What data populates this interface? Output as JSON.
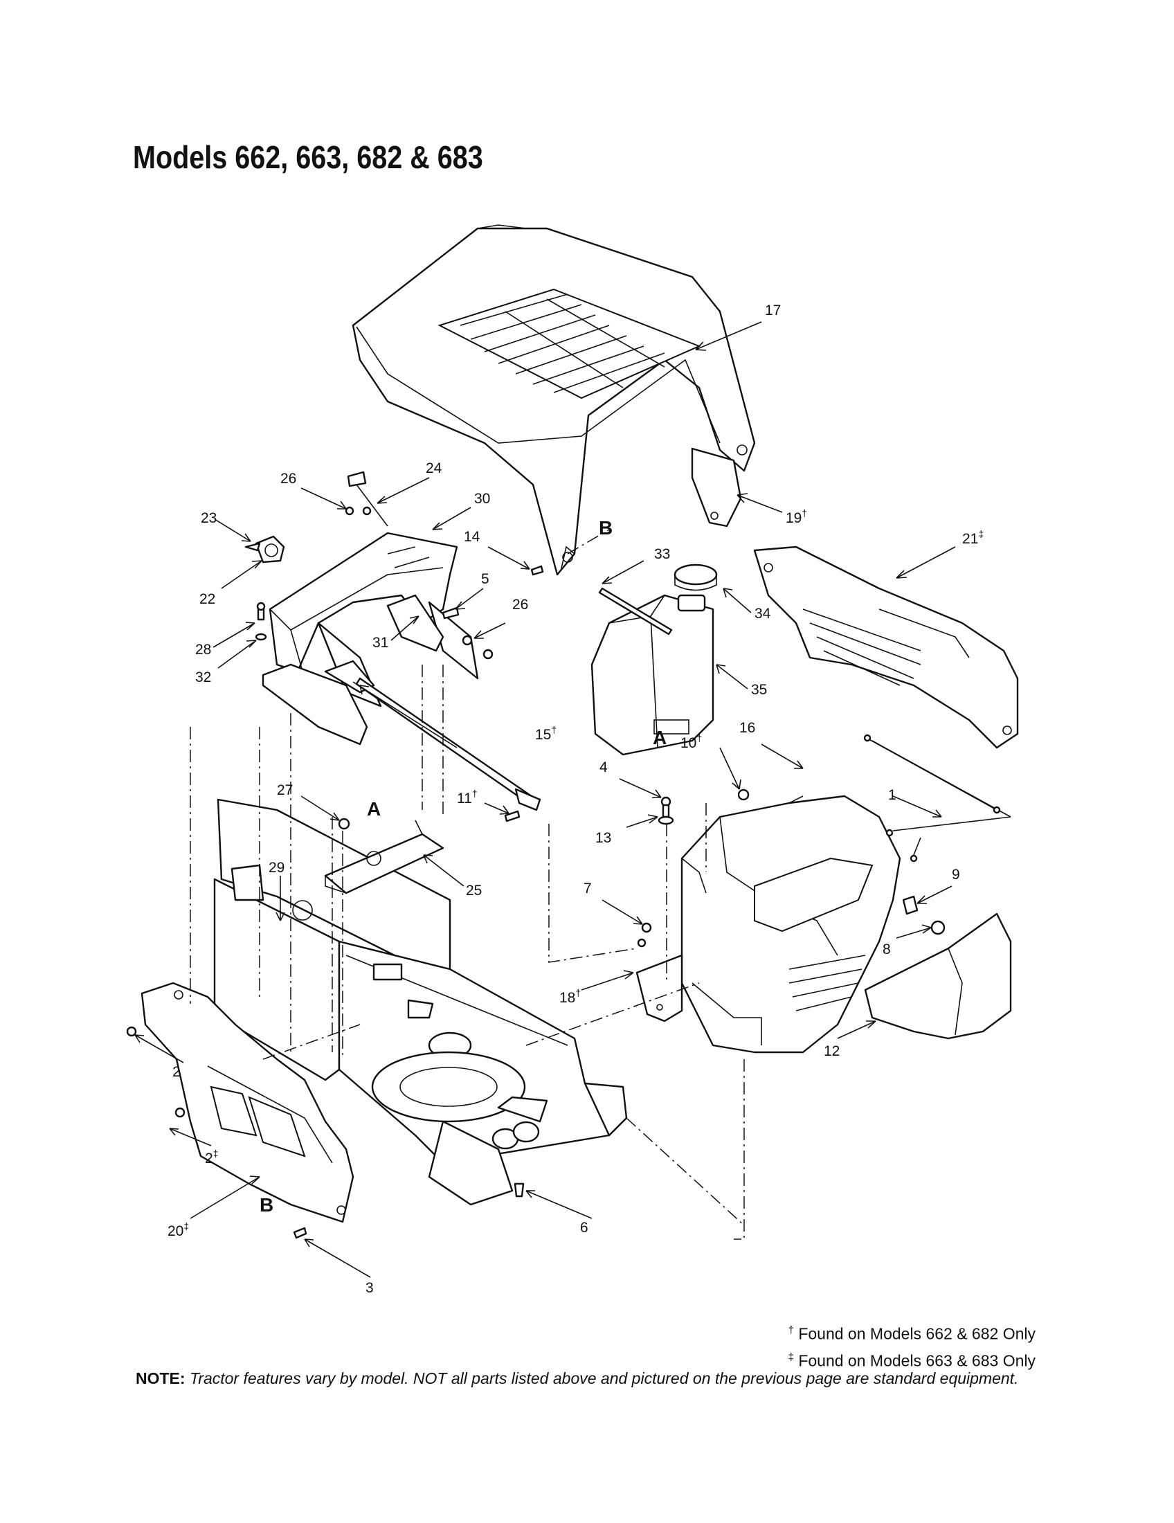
{
  "title": "Models 662, 663, 682 & 683",
  "callouts": {
    "c1": "1",
    "c2": "2",
    "c2b": "2",
    "c2b_mark": "‡",
    "c3": "3",
    "c4": "4",
    "c5": "5",
    "c6": "6",
    "c7": "7",
    "c8": "8",
    "c9": "9",
    "c10": "10",
    "c10_mark": "†",
    "c11": "11",
    "c11_mark": "†",
    "c12": "12",
    "c13": "13",
    "c14": "14",
    "c15": "15",
    "c15_mark": "†",
    "c16": "16",
    "c17": "17",
    "c18": "18",
    "c18_mark": "†",
    "c19": "19",
    "c19_mark": "†",
    "c20": "20",
    "c20_mark": "‡",
    "c21": "21",
    "c21_mark": "‡",
    "c22": "22",
    "c23": "23",
    "c24": "24",
    "c25": "25",
    "c26a": "26",
    "c26b": "26",
    "c27": "27",
    "c28": "28",
    "c29": "29",
    "c30": "30",
    "c31": "31",
    "c32": "32",
    "c33": "33",
    "c34": "34",
    "c35": "35"
  },
  "refmarks": {
    "a1": "A",
    "a2": "A",
    "b1": "B",
    "b2": "B"
  },
  "footnotes": {
    "dagger_mark": "†",
    "dagger_text": " Found on Models 662 & 682 Only",
    "ddagger_mark": "‡",
    "ddagger_text": " Found on Models 663 & 683 Only"
  },
  "note": {
    "label": "NOTE:",
    "text": " Tractor features vary by model. NOT all parts listed above and pictured on the previous page are standard equipment."
  }
}
